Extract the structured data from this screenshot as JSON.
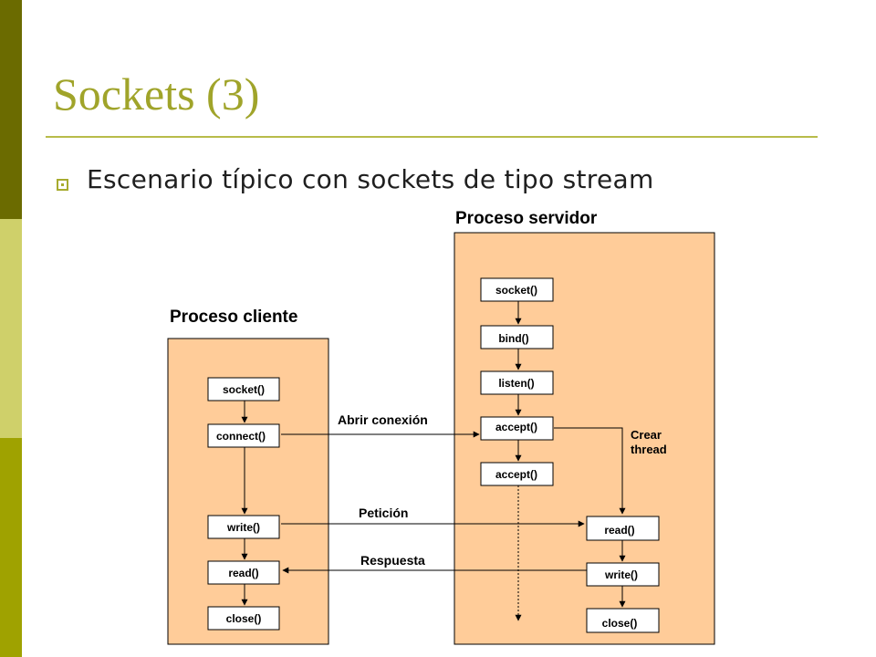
{
  "slide": {
    "title": "Sockets (3)",
    "bullet": "Escenario típico con sockets de tipo stream",
    "colors": {
      "accent": "#a0a42a",
      "bar_dark": "#6b6b00",
      "bar_light": "#cfd06a",
      "bar_mid": "#9fa200",
      "process_fill": "#ffcc99"
    }
  },
  "diagram": {
    "client": {
      "title": "Proceso cliente",
      "calls": [
        "socket()",
        "connect()",
        "write()",
        "read()",
        "close()"
      ]
    },
    "server": {
      "title": "Proceso servidor",
      "calls": [
        "socket()",
        "bind()",
        "listen()",
        "accept()",
        "accept()"
      ],
      "thread_calls": [
        "read()",
        "write()",
        "close()"
      ],
      "thread_label_line1": "Crear",
      "thread_label_line2": "thread"
    },
    "messages": {
      "connect": "Abrir conexión",
      "request": "Petición",
      "response": "Respuesta"
    }
  }
}
